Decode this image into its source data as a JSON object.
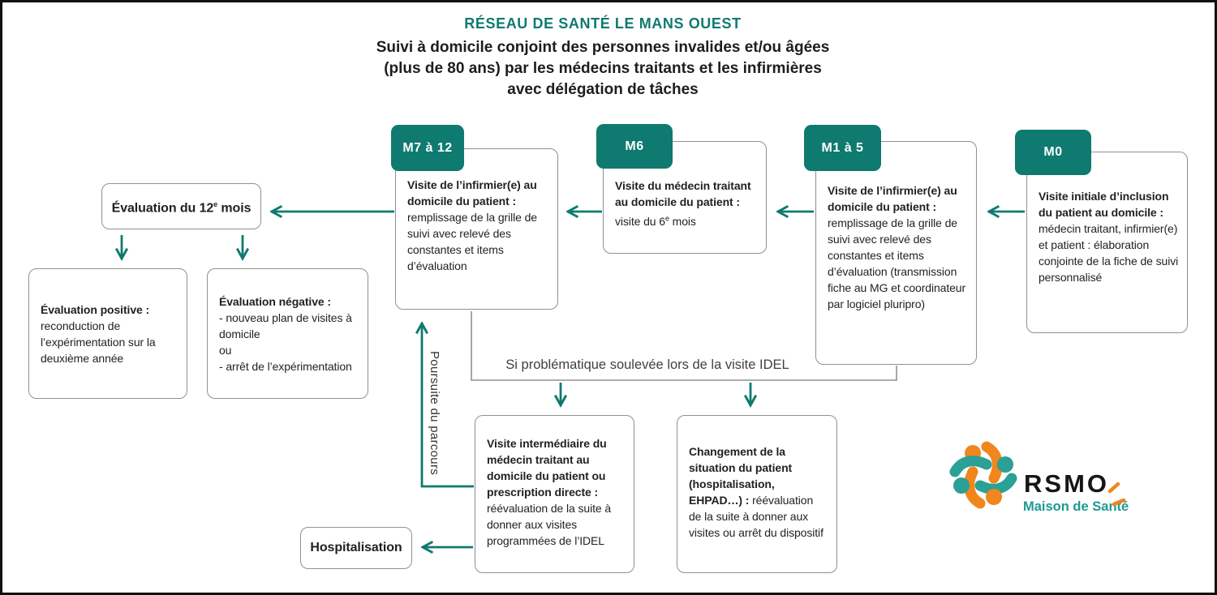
{
  "header": {
    "title": "RÉSEAU DE SANTÉ LE MANS OUEST",
    "subtitle_line1": "Suivi à domicile conjoint des personnes invalides et/ou âgées",
    "subtitle_line2": "(plus de 80 ans) par les médecins traitants et les infirmières",
    "subtitle_line3": "avec délégation de tâches"
  },
  "colors": {
    "teal": "#0f7a6f",
    "logo_teal": "#1d9a91",
    "logo_orange": "#f0861c",
    "box_border": "#919191",
    "text": "#231f20"
  },
  "stages": {
    "m0": {
      "tab": "M0",
      "heading": "Visite initiale d’inclusion du patient au domicile :",
      "body": "médecin traitant, infirmier(e) et patient : élaboration conjointe de la fiche de suivi personnalisé"
    },
    "m1a5": {
      "tab": "M1 à 5",
      "heading": "Visite de l’infirmier(e) au domicile du patient :",
      "body": "remplissage de la grille de suivi avec relevé des constantes et items d’évaluation (transmission fiche au MG et coordinateur par logiciel pluripro)"
    },
    "m6": {
      "tab": "M6",
      "heading": "Visite du médecin traitant au domicile du patient :",
      "body_pre": "visite du 6",
      "body_sup": "e",
      "body_post": " mois"
    },
    "m7a12": {
      "tab": "M7 à 12",
      "heading": "Visite de l’infirmier(e) au domicile du patient :",
      "body": "remplissage de la grille de suivi avec relevé des constantes et items d’évaluation"
    }
  },
  "evaluation": {
    "month12_pre": "Évaluation du 12",
    "month12_sup": "e",
    "month12_post": " mois",
    "positive": {
      "heading": "Évaluation positive :",
      "body": "reconduction de l’expérimentation sur la deuxième année"
    },
    "negative": {
      "heading": "Évaluation négative :",
      "body": "- nouveau plan de visites à domicile\nou\n- arrêt de l’expérimentation"
    }
  },
  "problem_branch": {
    "label": "Si problématique soulevée lors de la visite IDEL",
    "intermediate_visit": {
      "heading": "Visite intermédiaire du médecin traitant au domicile du patient ou prescription directe :",
      "body": " réévaluation de la suite à donner aux visites programmées de l’IDEL"
    },
    "situation_change": {
      "heading": "Changement de la situation du patient (hospitalisation, EHPAD…) :",
      "body": " réévaluation de la suite à donner aux visites ou arrêt du dispositif"
    },
    "hospitalisation": "Hospitalisation"
  },
  "pursuit_label": "Poursuite du parcours",
  "logo": {
    "name": "RSMO",
    "tagline": "Maison de Santé"
  }
}
